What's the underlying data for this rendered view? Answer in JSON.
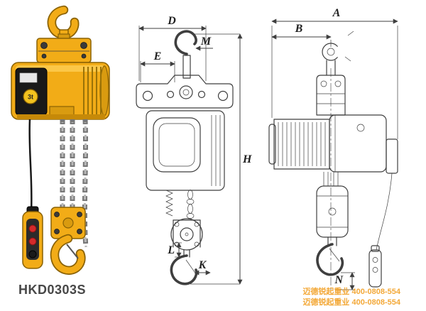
{
  "photo": {
    "capacity_badge": "3t"
  },
  "model_label": "HKD0303S",
  "front_view": {
    "labels": {
      "D": "D",
      "M": "M",
      "E": "E",
      "H": "H",
      "L": "L",
      "K": "K"
    }
  },
  "side_view": {
    "labels": {
      "A": "A",
      "B": "B",
      "N": "N"
    }
  },
  "watermark": {
    "line1": "迈德锐起重业 400-0808-554",
    "line2": "迈德锐起重业 400-0808-554"
  },
  "colors": {
    "background": "#ffffff",
    "hoist_yellow": "#f2ac17",
    "drawing_line": "#3f3f3f",
    "watermark_orange": "#f39c12",
    "model_text": "#474747",
    "chain_gray": "#8f8f8f",
    "button_red": "#d42a2a"
  }
}
